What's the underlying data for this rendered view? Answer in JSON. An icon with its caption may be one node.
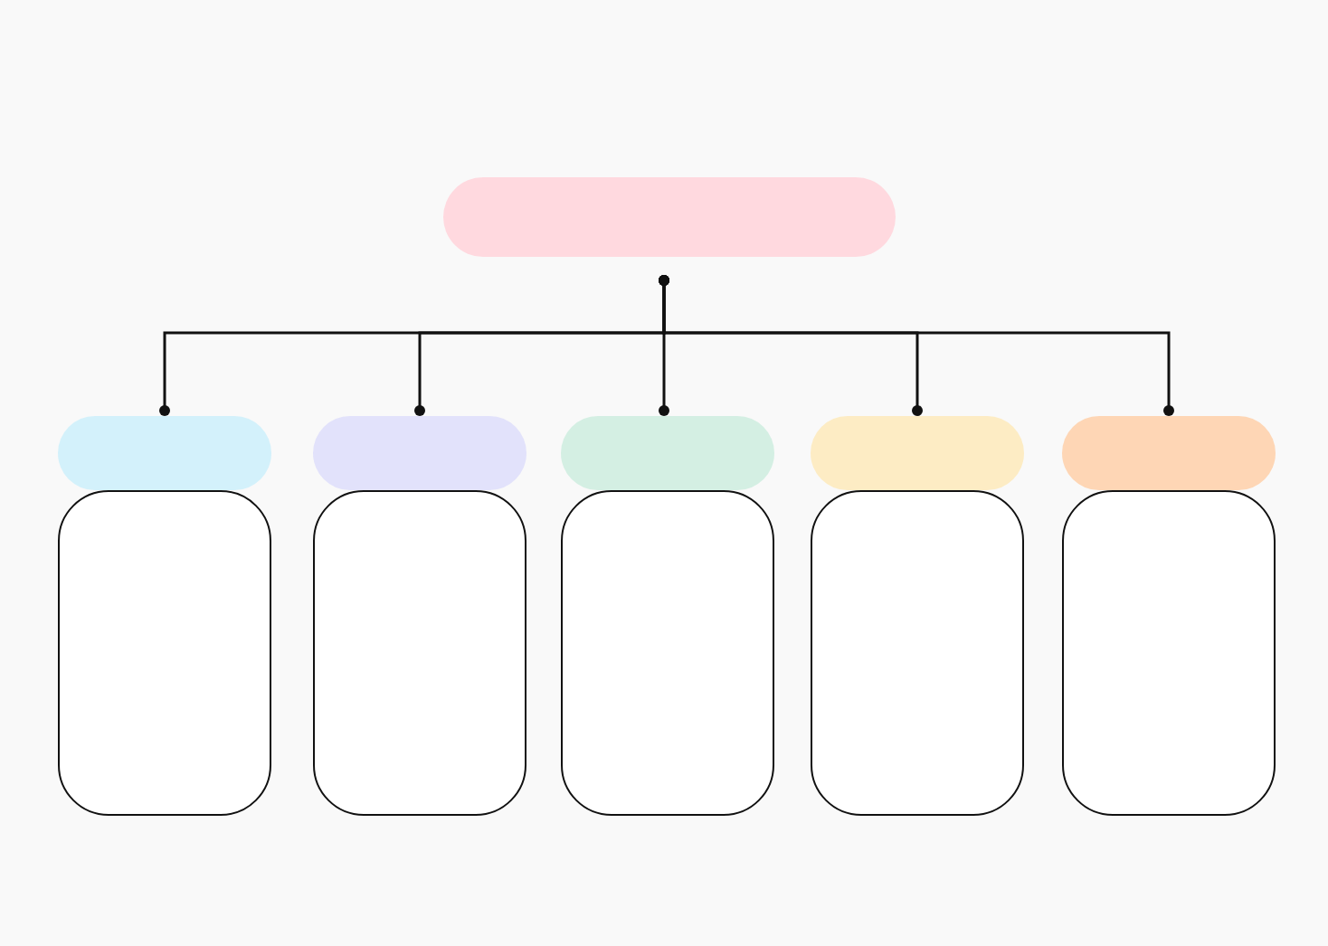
{
  "diagram": {
    "nodes": [
      {
        "text": [],
        "shape": "box"
      },
      {
        "text": [],
        "shape": "box"
      },
      {
        "text": [],
        "shape": "box"
      },
      {
        "text": [],
        "shape": "box"
      },
      {
        "text": [],
        "shape": "box"
      },
      {
        "text": [],
        "shape": "box"
      },
      {
        "text": [],
        "shape": "box"
      },
      {
        "text": [],
        "shape": "box"
      },
      {
        "text": [],
        "shape": "box"
      },
      {
        "text": [],
        "shape": "box"
      },
      {
        "text": [],
        "shape": "box"
      }
    ],
    "edges": [
      {
        "from": 0,
        "to": 1,
        "arrow": "other"
      },
      {
        "from": 0,
        "to": 2,
        "arrow": "other"
      },
      {
        "from": 0,
        "to": 3,
        "arrow": "other"
      },
      {
        "from": 0,
        "to": 4,
        "arrow": "other"
      },
      {
        "from": 0,
        "to": 5,
        "arrow": "other"
      }
    ]
  }
}
